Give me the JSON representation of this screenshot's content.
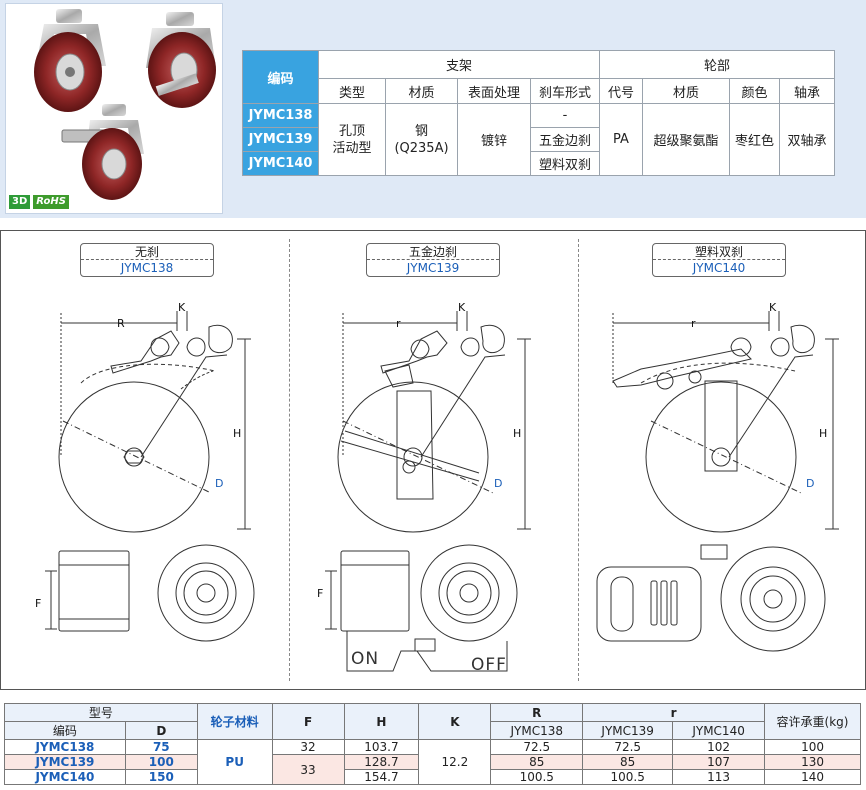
{
  "badges": {
    "three_d": "3D",
    "rohs": "RoHS"
  },
  "spec_table": {
    "code_header": "编码",
    "group_bracket": "支架",
    "group_wheel": "轮部",
    "sub_headers": [
      "类型",
      "材质",
      "表面处理",
      "刹车形式",
      "代号",
      "材质",
      "颜色",
      "轴承"
    ],
    "codes": [
      "JYMC138",
      "JYMC139",
      "JYMC140"
    ],
    "type": "孔顶\n活动型",
    "bracket_material": "钢\n(Q235A)",
    "surface": "镀锌",
    "brake": [
      "-",
      "五金边刹",
      "塑料双刹"
    ],
    "wheel_code": "PA",
    "wheel_material": "超级聚氨酯",
    "color": "枣红色",
    "bearing": "双轴承"
  },
  "drawings": [
    {
      "brake": "无刹",
      "code": "JYMC138",
      "r_label": "R"
    },
    {
      "brake": "五金边刹",
      "code": "JYMC139",
      "r_label": "r"
    },
    {
      "brake": "塑料双刹",
      "code": "JYMC140",
      "r_label": "r"
    }
  ],
  "dim_labels": {
    "K": "K",
    "H": "H",
    "D": "D",
    "F": "F",
    "on": "ON",
    "off": "OFF"
  },
  "dims_table": {
    "h_model": "型号",
    "h_code": "编码",
    "h_D": "D",
    "h_wheel_mat": "轮子材料",
    "h_F": "F",
    "h_H": "H",
    "h_K": "K",
    "h_R": "R",
    "h_r": "r",
    "h_load": "容许承重(kg)",
    "sub_R": "JYMC138",
    "sub_r1": "JYMC139",
    "sub_r2": "JYMC140",
    "wheel_mat": "PU",
    "F_vals": [
      "32",
      "33"
    ],
    "K_val": "12.2",
    "rows": [
      {
        "code": "JYMC138",
        "D": "75",
        "H": "103.7",
        "R": "72.5",
        "r1": "72.5",
        "r2": "102",
        "load": "100"
      },
      {
        "code": "JYMC139",
        "D": "100",
        "H": "128.7",
        "R": "85",
        "r1": "85",
        "r2": "107",
        "load": "130"
      },
      {
        "code": "JYMC140",
        "D": "150",
        "H": "154.7",
        "R": "100.5",
        "r1": "100.5",
        "r2": "113",
        "load": "140"
      }
    ]
  }
}
